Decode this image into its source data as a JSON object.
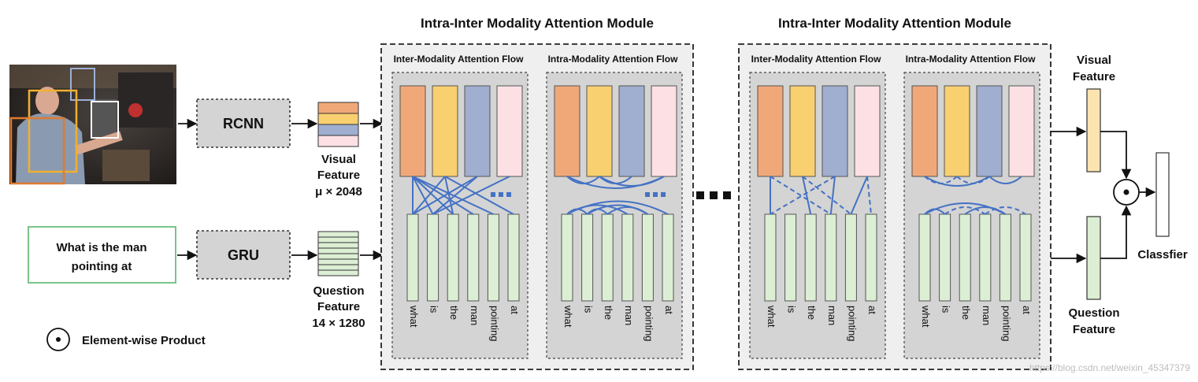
{
  "colors": {
    "orange": "#f0a878",
    "yellow": "#f8d070",
    "blue": "#a0aed0",
    "pink": "#fce0e4",
    "green": "#dcefd4",
    "gray": "#d4d4d4",
    "panel": "#efefef",
    "link": "#4472c4"
  },
  "modules": [
    {
      "title": "Intra-Inter Modality Attention Module",
      "flows": [
        {
          "label": "Inter-Modality Attention Flow",
          "kind": "inter-solid"
        },
        {
          "label": "Intra-Modality Attention Flow",
          "kind": "intra-solid"
        }
      ]
    },
    {
      "title": "Intra-Inter Modality Attention Module",
      "flows": [
        {
          "label": "Inter-Modality Attention Flow",
          "kind": "inter-dashed"
        },
        {
          "label": "Intra-Modality Attention Flow",
          "kind": "intra-dashed"
        }
      ]
    }
  ],
  "question_words": [
    "what",
    "is",
    "the",
    "man",
    "pointing",
    "at"
  ],
  "inputs": {
    "question_text_line1": "What is the man",
    "question_text_line2": "pointing at"
  },
  "encoders": {
    "rcnn": "RCNN",
    "gru": "GRU"
  },
  "features": {
    "visual_line1": "Visual",
    "visual_line2": "Feature",
    "visual_dim": "μ × 2048",
    "question_line1": "Question",
    "question_line2": "Feature",
    "question_dim": "14 × 1280"
  },
  "output": {
    "visual_line1": "Visual",
    "visual_line2": "Feature",
    "question_line1": "Question",
    "question_line2": "Feature",
    "classifier": "Classfier"
  },
  "legend": {
    "product": "Element-wise Product"
  },
  "watermark": "https://blog.csdn.net/weixin_45347379"
}
